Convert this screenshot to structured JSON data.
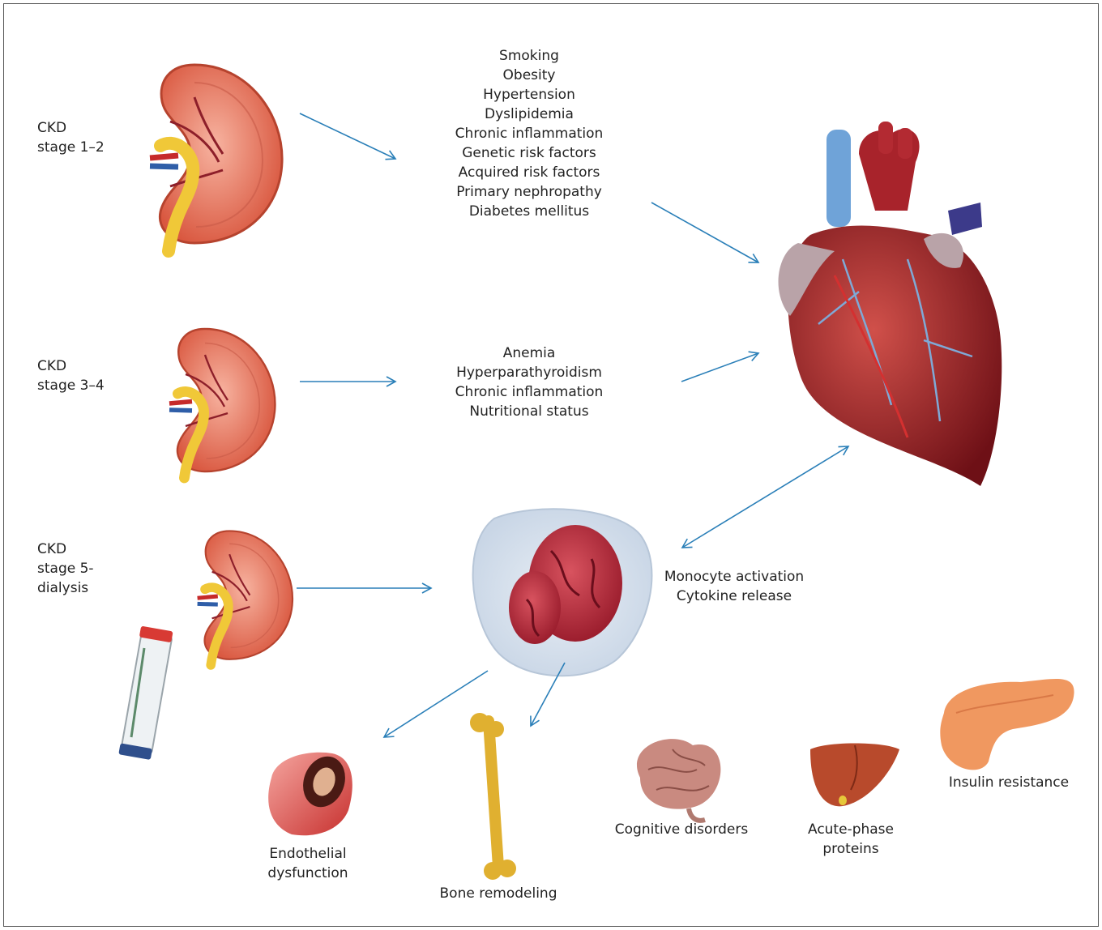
{
  "stages": [
    {
      "line1": "CKD",
      "line2": "stage 1–2"
    },
    {
      "line1": "CKD",
      "line2": "stage 3–4"
    },
    {
      "line1": "CKD",
      "line2": "stage 5-",
      "line3": "dialysis"
    }
  ],
  "risk_factors_stage12": [
    "Smoking",
    "Obesity",
    "Hypertension",
    "Dyslipidemia",
    "Chronic inflammation",
    "Genetic risk factors",
    "Acquired risk factors",
    "Primary nephropathy",
    "Diabetes mellitus"
  ],
  "risk_factors_stage34": [
    "Anemia",
    "Hyperparathyroidism",
    "Chronic inflammation",
    "Nutritional status"
  ],
  "monocyte": {
    "line1": "Monocyte activation",
    "line2": "Cytokine release"
  },
  "outcomes": {
    "endothelial": {
      "line1": "Endothelial",
      "line2": "dysfunction"
    },
    "bone": "Bone remodeling",
    "cognitive": "Cognitive disorders",
    "acute_phase": {
      "line1": "Acute-phase",
      "line2": "proteins"
    },
    "insulin": "Insulin resistance"
  },
  "colors": {
    "arrow": "#2a7fb8",
    "kidney": "#e8795e",
    "heart": "#a8282c",
    "bone": "#e0b030",
    "brain": "#c98a80",
    "liver": "#b84a2c",
    "pancreas": "#f09860"
  }
}
